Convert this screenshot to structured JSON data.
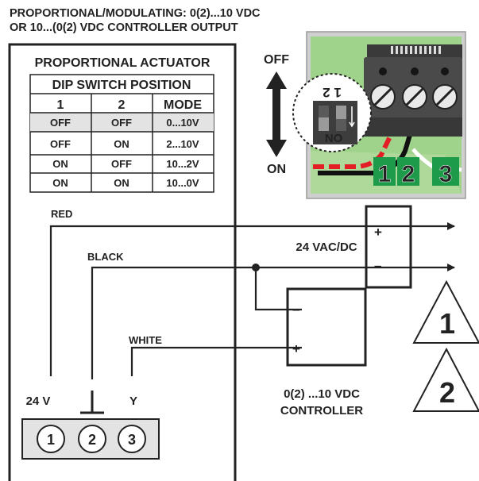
{
  "title": {
    "line1": "PROPORTIONAL/MODULATING: 0(2)...10 VDC",
    "line2": "OR 10...(0(2) VDC CONTROLLER OUTPUT"
  },
  "actuator": {
    "heading": "PROPORTIONAL ACTUATOR",
    "table_title": "DIP SWITCH POSITION",
    "columns": [
      "1",
      "2",
      "MODE"
    ],
    "rows": [
      [
        "OFF",
        "OFF",
        "0...10V"
      ],
      [
        "OFF",
        "ON",
        "2...10V"
      ],
      [
        "ON",
        "OFF",
        "10...2V"
      ],
      [
        "ON",
        "ON",
        "10...0V"
      ]
    ],
    "highlighted_row": 0
  },
  "switch_labels": {
    "off": "OFF",
    "on": "ON"
  },
  "dip_switch": {
    "numbers": "1 2",
    "on_label": "ON"
  },
  "terminal_numbers": [
    "1",
    "2",
    "3"
  ],
  "wires": {
    "red": "RED",
    "black": "BLACK",
    "white": "WHITE"
  },
  "power": {
    "label": "24 VAC/DC",
    "plus": "+",
    "minus": "–"
  },
  "controller": {
    "line1": "0(2) ...10 VDC",
    "line2": "CONTROLLER",
    "plus": "+",
    "minus": "–"
  },
  "connector": {
    "labels": [
      "24 V",
      "⊥",
      "Y"
    ],
    "pins": [
      "1",
      "2",
      "3"
    ]
  },
  "warnings": [
    "1",
    "2"
  ],
  "colors": {
    "red_wire": "#e41e25",
    "green_board": "#9fd28a",
    "terminal_green": "#1d9a4a"
  }
}
